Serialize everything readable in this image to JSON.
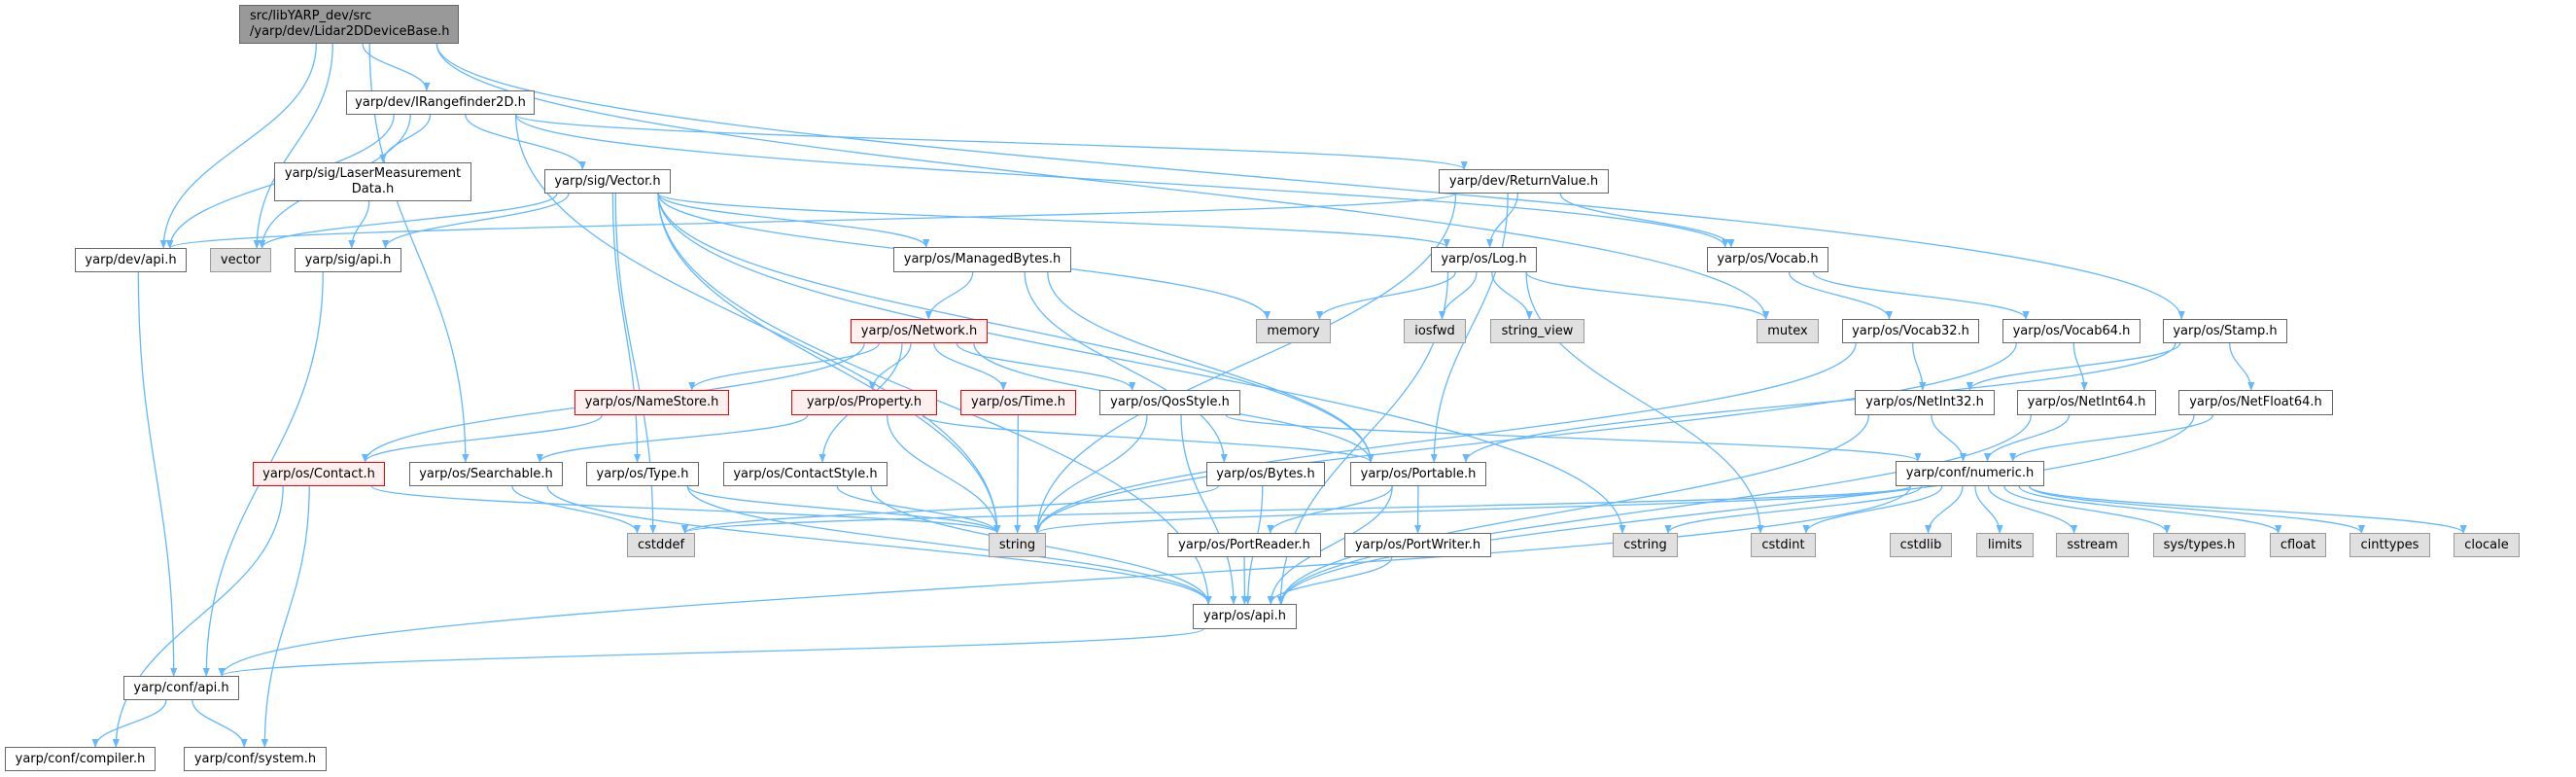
{
  "graph": {
    "edge_color": "#63b8ff",
    "nodes": {
      "root": {
        "label": "src/libYARP_dev/src\n/yarp/dev/Lidar2DDeviceBase.h",
        "kind": "root"
      },
      "irange": {
        "label": "yarp/dev/IRangefinder2D.h",
        "kind": "normal"
      },
      "laser": {
        "label": "yarp/sig/LaserMeasurement\nData.h",
        "kind": "normal"
      },
      "vector_h": {
        "label": "yarp/sig/Vector.h",
        "kind": "normal"
      },
      "retval": {
        "label": "yarp/dev/ReturnValue.h",
        "kind": "normal"
      },
      "devapi": {
        "label": "yarp/dev/api.h",
        "kind": "normal"
      },
      "vector": {
        "label": "vector",
        "kind": "sys"
      },
      "sigapi": {
        "label": "yarp/sig/api.h",
        "kind": "normal"
      },
      "managed": {
        "label": "yarp/os/ManagedBytes.h",
        "kind": "normal"
      },
      "log": {
        "label": "yarp/os/Log.h",
        "kind": "normal"
      },
      "vocab": {
        "label": "yarp/os/Vocab.h",
        "kind": "normal"
      },
      "memory": {
        "label": "memory",
        "kind": "sys"
      },
      "iosfwd": {
        "label": "iosfwd",
        "kind": "sys"
      },
      "string_view": {
        "label": "string_view",
        "kind": "sys"
      },
      "mutex": {
        "label": "mutex",
        "kind": "sys"
      },
      "vocab32": {
        "label": "yarp/os/Vocab32.h",
        "kind": "normal"
      },
      "vocab64": {
        "label": "yarp/os/Vocab64.h",
        "kind": "normal"
      },
      "stamp": {
        "label": "yarp/os/Stamp.h",
        "kind": "normal"
      },
      "network": {
        "label": "yarp/os/Network.h",
        "kind": "red"
      },
      "namestore": {
        "label": "yarp/os/NameStore.h",
        "kind": "red"
      },
      "property": {
        "label": "yarp/os/Property.h",
        "kind": "red"
      },
      "time": {
        "label": "yarp/os/Time.h",
        "kind": "red"
      },
      "qos": {
        "label": "yarp/os/QosStyle.h",
        "kind": "normal"
      },
      "netint32": {
        "label": "yarp/os/NetInt32.h",
        "kind": "normal"
      },
      "netint64": {
        "label": "yarp/os/NetInt64.h",
        "kind": "normal"
      },
      "netfloat64": {
        "label": "yarp/os/NetFloat64.h",
        "kind": "normal"
      },
      "contact": {
        "label": "yarp/os/Contact.h",
        "kind": "red"
      },
      "searchable": {
        "label": "yarp/os/Searchable.h",
        "kind": "normal"
      },
      "type": {
        "label": "yarp/os/Type.h",
        "kind": "normal"
      },
      "contactstyle": {
        "label": "yarp/os/ContactStyle.h",
        "kind": "normal"
      },
      "bytes": {
        "label": "yarp/os/Bytes.h",
        "kind": "normal"
      },
      "portable": {
        "label": "yarp/os/Portable.h",
        "kind": "normal"
      },
      "numeric": {
        "label": "yarp/conf/numeric.h",
        "kind": "normal"
      },
      "cstddef": {
        "label": "cstddef",
        "kind": "sys"
      },
      "string": {
        "label": "string",
        "kind": "sys"
      },
      "portreader": {
        "label": "yarp/os/PortReader.h",
        "kind": "normal"
      },
      "portwriter": {
        "label": "yarp/os/PortWriter.h",
        "kind": "normal"
      },
      "cstring": {
        "label": "cstring",
        "kind": "sys"
      },
      "cstdint": {
        "label": "cstdint",
        "kind": "sys"
      },
      "cstdlib": {
        "label": "cstdlib",
        "kind": "sys"
      },
      "limits": {
        "label": "limits",
        "kind": "sys"
      },
      "sstream": {
        "label": "sstream",
        "kind": "sys"
      },
      "systypes": {
        "label": "sys/types.h",
        "kind": "sys"
      },
      "cfloat": {
        "label": "cfloat",
        "kind": "sys"
      },
      "cinttypes": {
        "label": "cinttypes",
        "kind": "sys"
      },
      "clocale": {
        "label": "clocale",
        "kind": "sys"
      },
      "osapi": {
        "label": "yarp/os/api.h",
        "kind": "normal"
      },
      "confapi": {
        "label": "yarp/conf/api.h",
        "kind": "normal"
      },
      "compiler": {
        "label": "yarp/conf/compiler.h",
        "kind": "normal"
      },
      "system": {
        "label": "yarp/conf/system.h",
        "kind": "normal"
      }
    },
    "edges": [
      [
        "root",
        "irange"
      ],
      [
        "root",
        "devapi"
      ],
      [
        "root",
        "vector"
      ],
      [
        "root",
        "searchable"
      ],
      [
        "root",
        "mutex"
      ],
      [
        "root",
        "stamp"
      ],
      [
        "irange",
        "laser"
      ],
      [
        "irange",
        "vector_h"
      ],
      [
        "irange",
        "devapi"
      ],
      [
        "irange",
        "vector"
      ],
      [
        "irange",
        "string"
      ],
      [
        "irange",
        "retval"
      ],
      [
        "irange",
        "vocab"
      ],
      [
        "laser",
        "sigapi"
      ],
      [
        "vector_h",
        "vector"
      ],
      [
        "vector_h",
        "sigapi"
      ],
      [
        "vector_h",
        "cstddef"
      ],
      [
        "vector_h",
        "type"
      ],
      [
        "vector_h",
        "string"
      ],
      [
        "vector_h",
        "managed"
      ],
      [
        "vector_h",
        "memory"
      ],
      [
        "vector_h",
        "log"
      ],
      [
        "vector_h",
        "portable"
      ],
      [
        "vector_h",
        "cstring"
      ],
      [
        "vector_h",
        "osapi"
      ],
      [
        "retval",
        "devapi"
      ],
      [
        "retval",
        "log"
      ],
      [
        "retval",
        "vocab"
      ],
      [
        "retval",
        "string"
      ],
      [
        "retval",
        "portable"
      ],
      [
        "managed",
        "network"
      ],
      [
        "managed",
        "bytes"
      ],
      [
        "managed",
        "portable"
      ],
      [
        "log",
        "memory"
      ],
      [
        "log",
        "iosfwd"
      ],
      [
        "log",
        "string_view"
      ],
      [
        "log",
        "mutex"
      ],
      [
        "log",
        "cstdint"
      ],
      [
        "log",
        "osapi"
      ],
      [
        "vocab",
        "vocab32"
      ],
      [
        "vocab",
        "vocab64"
      ],
      [
        "vocab32",
        "netint32"
      ],
      [
        "vocab32",
        "string"
      ],
      [
        "vocab64",
        "netint64"
      ],
      [
        "vocab64",
        "string"
      ],
      [
        "stamp",
        "netint32"
      ],
      [
        "stamp",
        "netfloat64"
      ],
      [
        "stamp",
        "portable"
      ],
      [
        "netint32",
        "numeric"
      ],
      [
        "netint32",
        "osapi"
      ],
      [
        "netint64",
        "numeric"
      ],
      [
        "netint64",
        "osapi"
      ],
      [
        "netfloat64",
        "numeric"
      ],
      [
        "netfloat64",
        "osapi"
      ],
      [
        "network",
        "contact"
      ],
      [
        "network",
        "namestore"
      ],
      [
        "network",
        "property"
      ],
      [
        "network",
        "time"
      ],
      [
        "network",
        "qos"
      ],
      [
        "network",
        "contactstyle"
      ],
      [
        "network",
        "portable"
      ],
      [
        "namestore",
        "contact"
      ],
      [
        "property",
        "searchable"
      ],
      [
        "property",
        "portable"
      ],
      [
        "property",
        "string"
      ],
      [
        "time",
        "string"
      ],
      [
        "qos",
        "string"
      ],
      [
        "qos",
        "osapi"
      ],
      [
        "qos",
        "numeric"
      ],
      [
        "contact",
        "string"
      ],
      [
        "contact",
        "compiler"
      ],
      [
        "contact",
        "system"
      ],
      [
        "searchable",
        "cstddef"
      ],
      [
        "searchable",
        "osapi"
      ],
      [
        "type",
        "string"
      ],
      [
        "type",
        "osapi"
      ],
      [
        "contactstyle",
        "string"
      ],
      [
        "contactstyle",
        "osapi"
      ],
      [
        "bytes",
        "cstddef"
      ],
      [
        "bytes",
        "osapi"
      ],
      [
        "portable",
        "portreader"
      ],
      [
        "portable",
        "portwriter"
      ],
      [
        "portable",
        "osapi"
      ],
      [
        "portreader",
        "osapi"
      ],
      [
        "portwriter",
        "osapi"
      ],
      [
        "numeric",
        "string"
      ],
      [
        "numeric",
        "cstddef"
      ],
      [
        "numeric",
        "cstring"
      ],
      [
        "numeric",
        "cstdint"
      ],
      [
        "numeric",
        "cstdlib"
      ],
      [
        "numeric",
        "limits"
      ],
      [
        "numeric",
        "sstream"
      ],
      [
        "numeric",
        "systypes"
      ],
      [
        "numeric",
        "cfloat"
      ],
      [
        "numeric",
        "cinttypes"
      ],
      [
        "numeric",
        "clocale"
      ],
      [
        "numeric",
        "confapi"
      ],
      [
        "osapi",
        "confapi"
      ],
      [
        "devapi",
        "confapi"
      ],
      [
        "sigapi",
        "confapi"
      ],
      [
        "confapi",
        "compiler"
      ],
      [
        "confapi",
        "system"
      ]
    ]
  }
}
